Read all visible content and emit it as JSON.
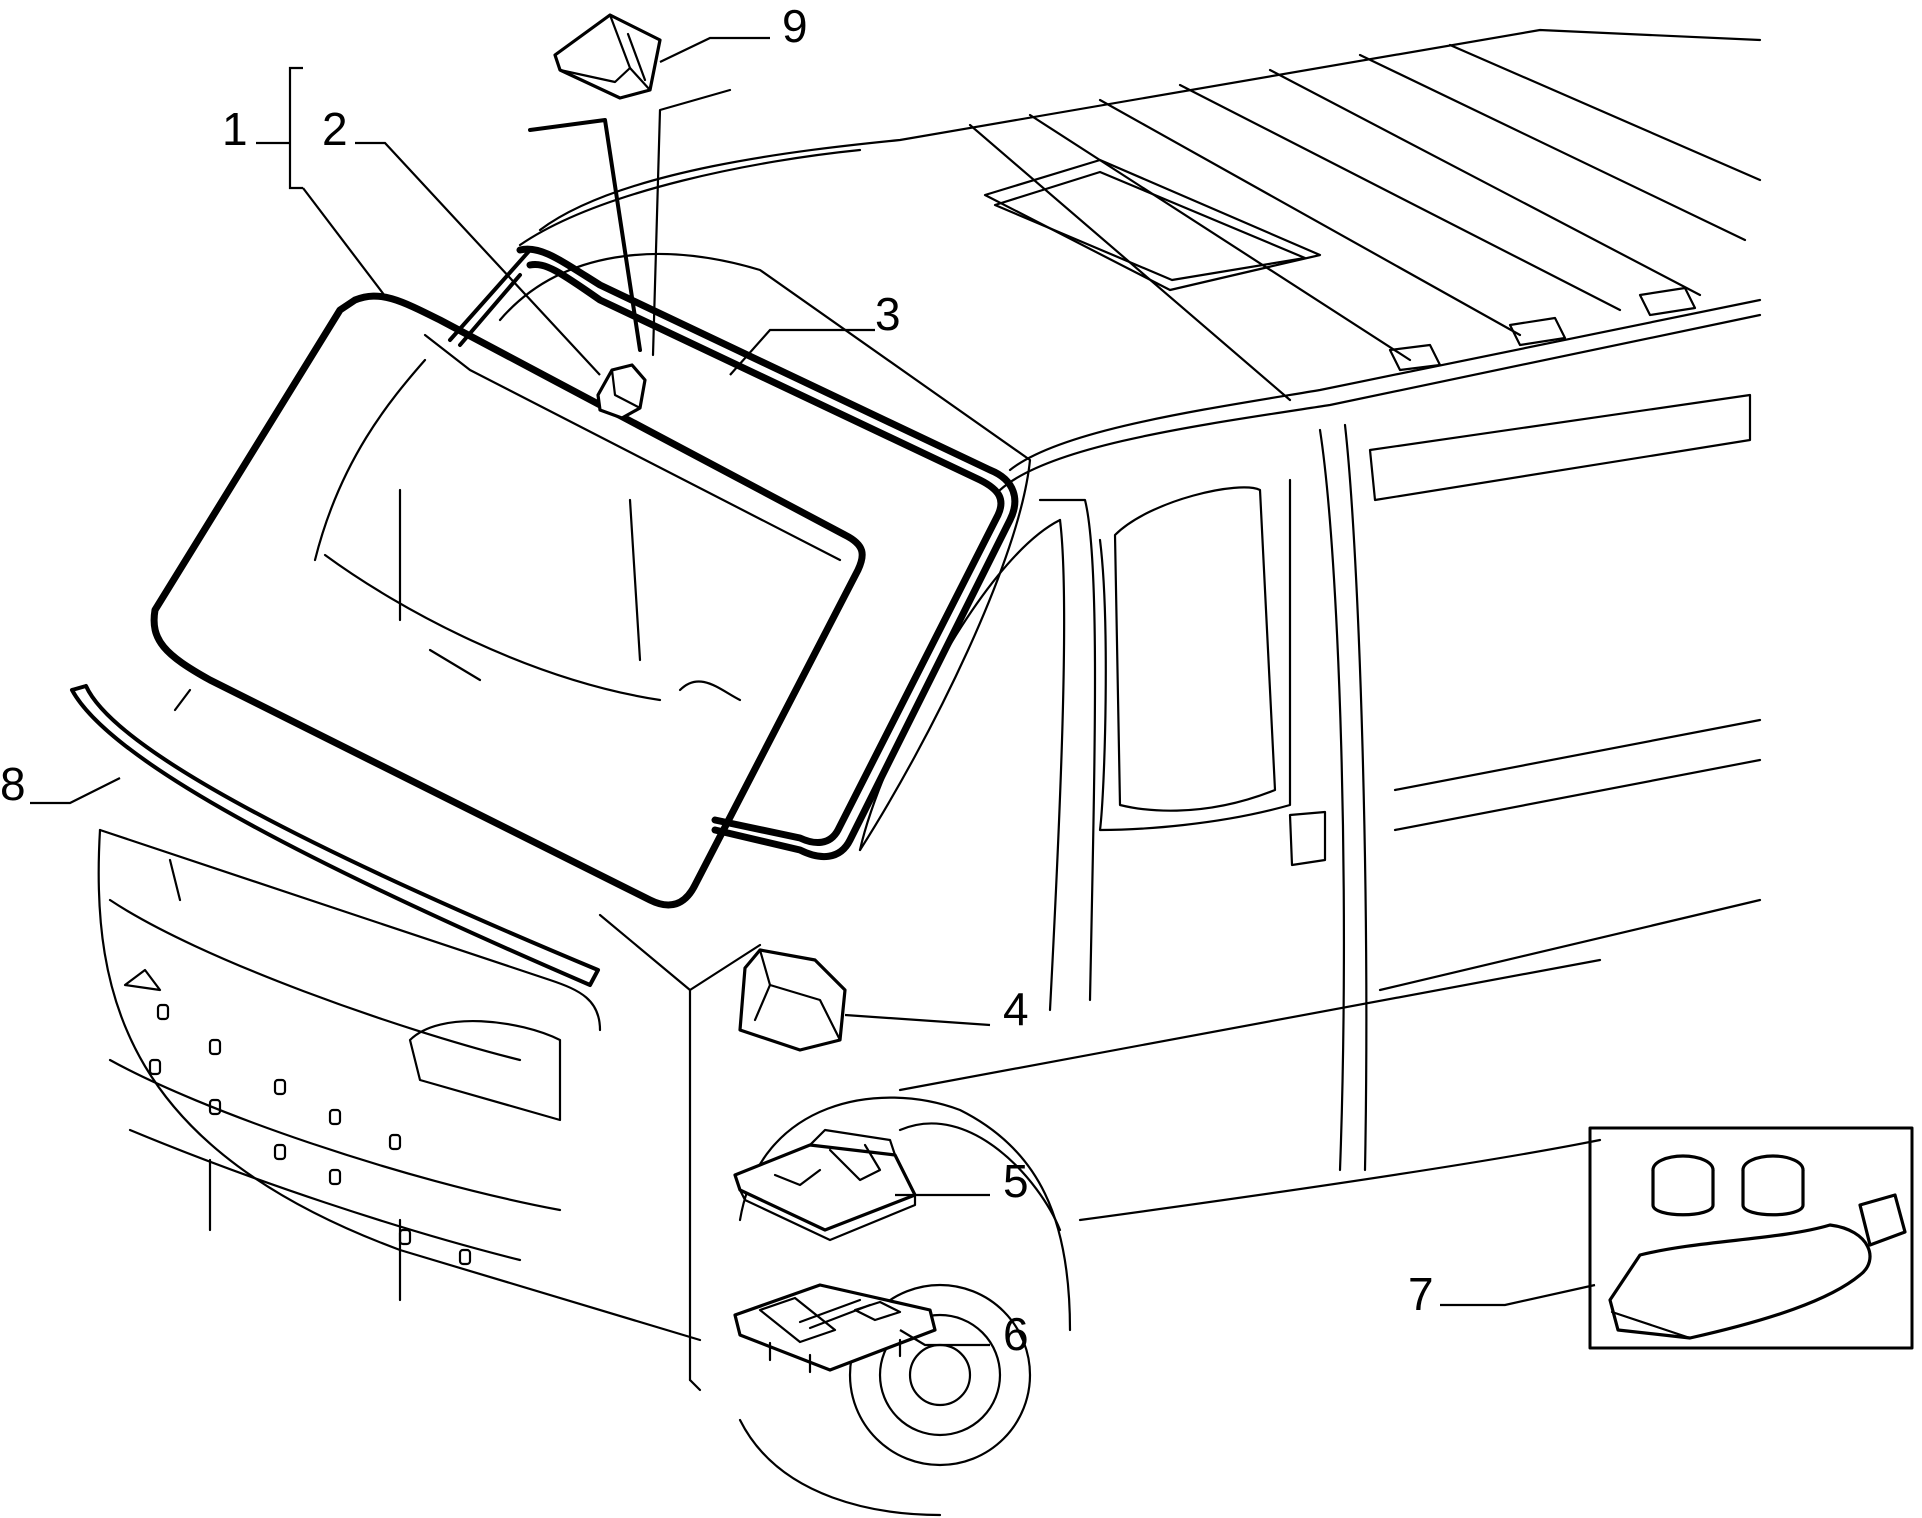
{
  "callouts": [
    {
      "label": "1"
    },
    {
      "label": "2"
    },
    {
      "label": "3"
    },
    {
      "label": "4"
    },
    {
      "label": "5"
    },
    {
      "label": "6"
    },
    {
      "label": "7"
    },
    {
      "label": "8"
    },
    {
      "label": "9"
    }
  ],
  "colors": {
    "ink": "#000000",
    "paper": "#ffffff"
  }
}
